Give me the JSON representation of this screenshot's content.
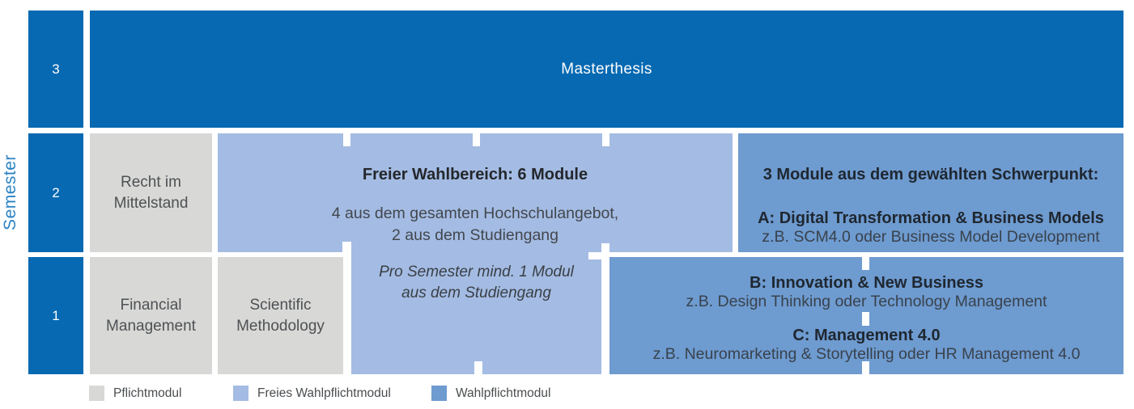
{
  "axis": {
    "label": "Semester"
  },
  "semesters": {
    "s3": "3",
    "s2": "2",
    "s1": "1"
  },
  "masterthesis": {
    "title": "Masterthesis"
  },
  "pflicht_modules": {
    "recht": "Recht im Mittelstand",
    "financial": "Financial Management",
    "scientific": "Scientific Methodology"
  },
  "freier_wahlbereich": {
    "title": "Freier Wahlbereich: 6 Module",
    "subtitle_line1": "4 aus dem gesamten Hochschulangebot,",
    "subtitle_line2": "2 aus dem Studiengang",
    "note_line1": "Pro Semester mind. 1 Modul",
    "note_line2": "aus dem Studiengang"
  },
  "schwerpunkt": {
    "title": "3 Module aus dem gewählten Schwerpunkt:",
    "option_a": {
      "title": "A: Digital Transformation & Business Models",
      "example": "z.B. SCM4.0 oder Business Model Development"
    },
    "option_b": {
      "title": "B: Innovation & New Business",
      "example": "z.B. Design Thinking oder Technology Management"
    },
    "option_c": {
      "title": "C: Management 4.0",
      "example": "z.B. Neuromarketing & Storytelling oder HR Management 4.0"
    }
  },
  "legend": {
    "items": [
      {
        "label": "Pflichtmodul",
        "color": "#d8d8d6"
      },
      {
        "label": "Freies Wahlpflichtmodul",
        "color": "#a4bce3"
      },
      {
        "label": "Wahlpflichtmodul",
        "color": "#6e9bd0"
      }
    ]
  },
  "colors": {
    "primary_blue": "#0669b2",
    "light_blue": "#a4bce3",
    "medium_blue": "#6e9bd0",
    "gray": "#d8d8d6",
    "semester_label_blue": "#2b83c5"
  }
}
